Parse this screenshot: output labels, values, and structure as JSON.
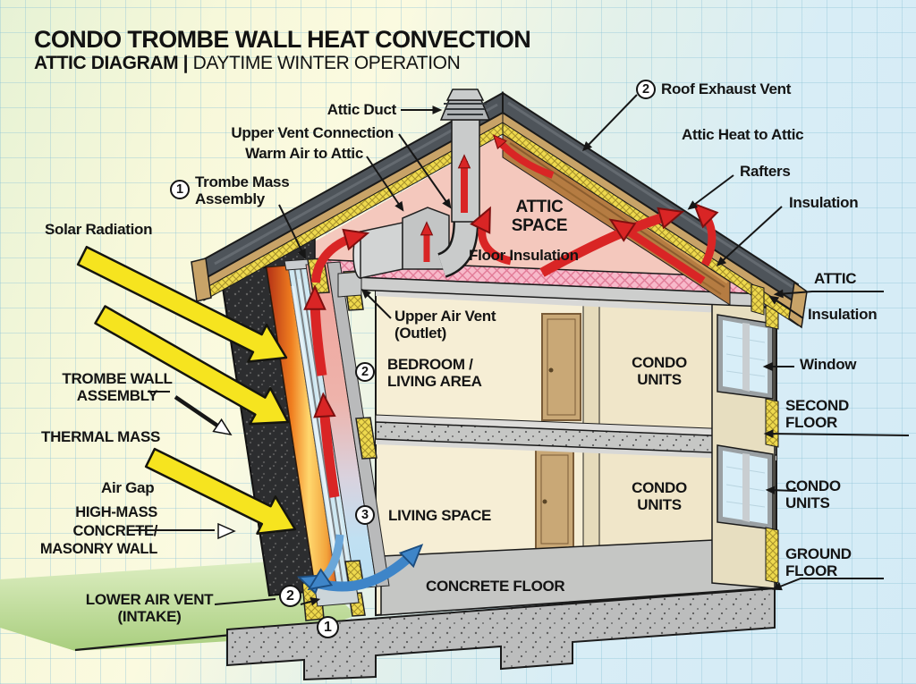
{
  "title": "CONDO TROMBE WALL HEAT CONVECTION",
  "subtitle_bold": "ATTIC DIAGRAM |",
  "subtitle_regular": " DAYTIME WINTER OPERATION",
  "callouts": {
    "solar_radiation": "Solar Radiation",
    "attic_duct": "Attic Duct",
    "upper_vent_connection": "Upper Vent Connection",
    "warm_air_to_attic": "Warm Air to Attic",
    "trombe_mass_assembly": "Trombe Mass\nAssembly",
    "trombe_mass_assembly_num": "1",
    "roof_exhaust_vent": "Roof Exhaust Vent",
    "roof_exhaust_vent_num": "2",
    "attic_heat_to_attic": "Attic Heat to Attic",
    "rafters": "Rafters",
    "insulation_roof": "Insulation",
    "attic": "ATTIC",
    "insulation_eave": "Insulation",
    "window": "Window",
    "second_floor": "SECOND\nFLOOR",
    "condo_units_right": "CONDO\nUNITS",
    "ground_floor": "GROUND\nFLOOR",
    "trombe_wall_assembly": "TROMBE WALL\nASSEMBLY",
    "thermal_mass": "THERMAL MASS",
    "air_gap": "Air Gap",
    "high_mass_wall": "HIGH-MASS\nCONCRETE/\nMASONRY WALL",
    "lower_air_vent": "LOWER AIR VENT\n(INTAKE)"
  },
  "interior": {
    "attic_space": "ATTIC\nSPACE",
    "floor_insulation": "Floor Insulation",
    "upper_air_vent": "Upper Air Vent\n(Outlet)",
    "bedroom": "BEDROOM /\nLIVING AREA",
    "bedroom_num": "2",
    "condo_units_upper": "CONDO\nUNITS",
    "condo_units_lower": "CONDO\nUNITS",
    "living_space": "LIVING SPACE",
    "living_space_num": "3",
    "concrete_floor": "CONCRETE FLOOR",
    "wall_base_num_upper": "2",
    "wall_base_num_lower": "1"
  },
  "colors": {
    "solar_arrow": "#f6e41f",
    "hot_air_arrow": "#d92525",
    "cool_air_arrow": "#3e85c8",
    "attic_fill": "#f4c8bd",
    "insulation_yellow": "#eed94e",
    "floor_insulation_pink": "#f7b9ca",
    "ground_green": "#a9ce7e",
    "roof_dark": "#4e545a",
    "wood_tan": "#c8a368"
  }
}
